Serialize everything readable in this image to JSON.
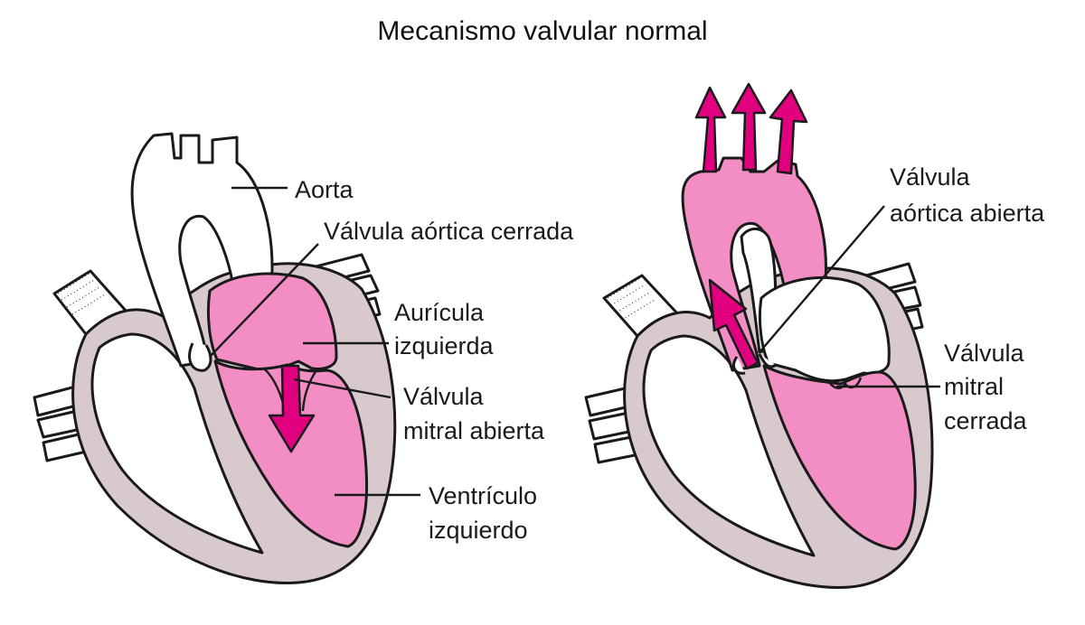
{
  "title": "Mecanismo valvular normal",
  "left_panel": {
    "labels": {
      "aorta": "Aorta",
      "aortic_closed": "Válvula aórtica cerrada",
      "atrium_1": "Aurícula",
      "atrium_2": "izquierda",
      "mitral_open_1": "Válvula",
      "mitral_open_2": "mitral abierta",
      "ventricle_1": "Ventrículo",
      "ventricle_2": "izquierdo"
    }
  },
  "right_panel": {
    "labels": {
      "aortic_open_1": "Válvula",
      "aortic_open_2": "aórtica abierta",
      "mitral_closed_1": "Válvula",
      "mitral_closed_2": "mitral",
      "mitral_closed_3": "cerrada"
    }
  },
  "colors": {
    "blood": "#f28ec4",
    "arrow": "#e0007f",
    "wall": "#d8c9cf"
  }
}
